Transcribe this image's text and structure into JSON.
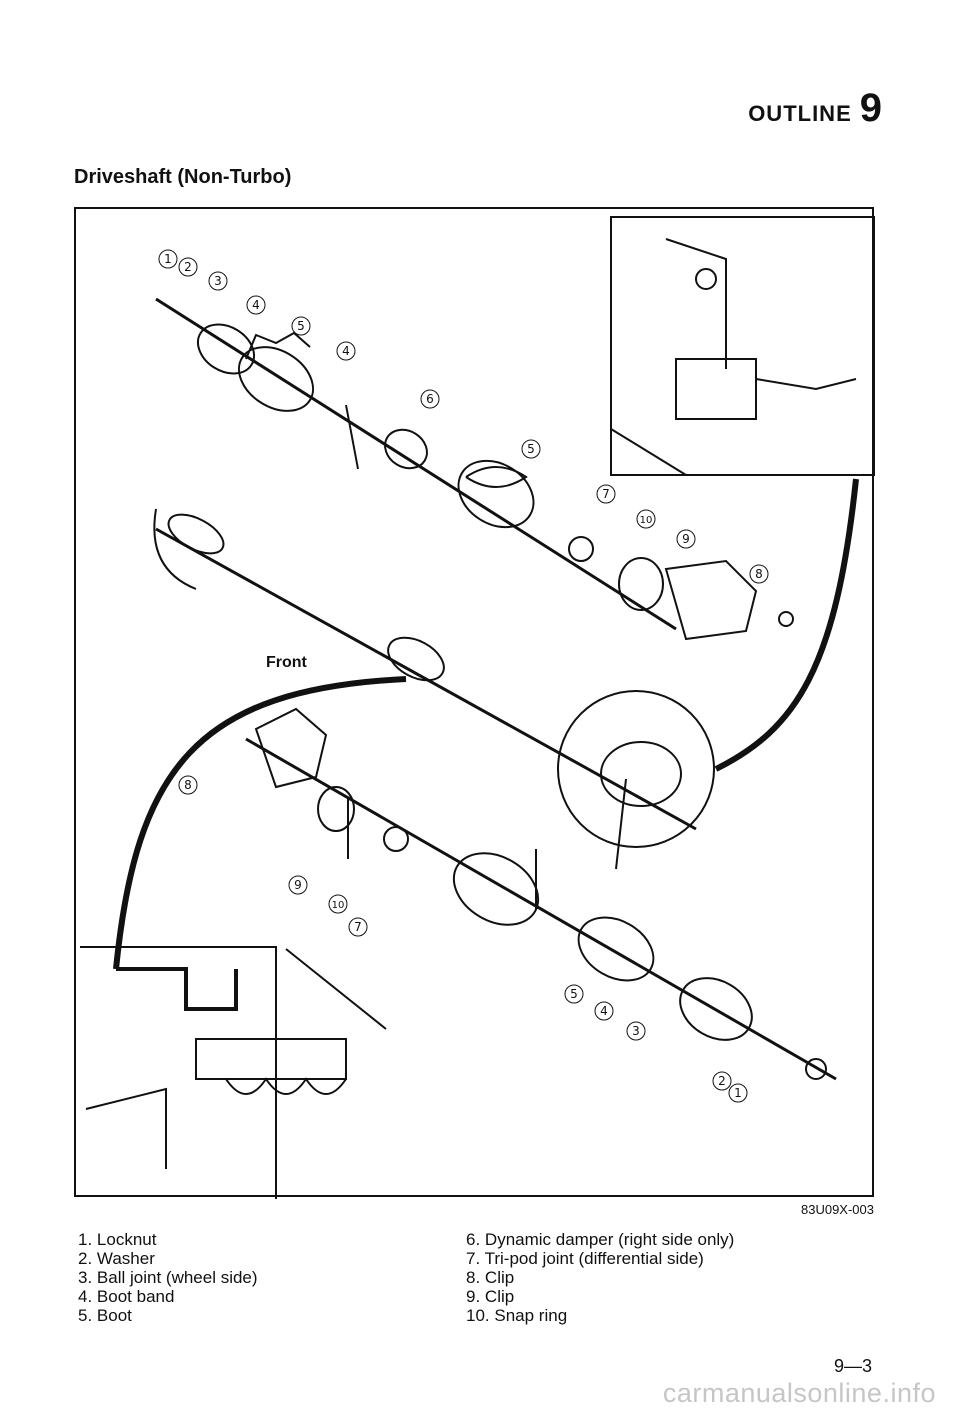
{
  "header": {
    "section": "OUTLINE",
    "chapter": "9"
  },
  "title": "Driveshaft (Non-Turbo)",
  "figure": {
    "code": "83U09X-003",
    "front_label": "Front",
    "callouts_upper": [
      "1",
      "2",
      "3",
      "4",
      "5",
      "4",
      "6",
      "5",
      "7",
      "10",
      "9",
      "8"
    ],
    "callouts_lower": [
      "8",
      "9",
      "10",
      "7",
      "5",
      "4",
      "3",
      "2",
      "1"
    ]
  },
  "legend": {
    "left": [
      {
        "num": "1.",
        "text": "Locknut"
      },
      {
        "num": "2.",
        "text": "Washer"
      },
      {
        "num": "3.",
        "text": "Ball joint (wheel side)"
      },
      {
        "num": "4.",
        "text": "Boot band"
      },
      {
        "num": "5.",
        "text": "Boot"
      }
    ],
    "right": [
      {
        "num": "6.",
        "text": "Dynamic damper (right side only)"
      },
      {
        "num": "7.",
        "text": "Tri-pod joint (differential side)"
      },
      {
        "num": "8.",
        "text": "Clip"
      },
      {
        "num": "9.",
        "text": "Clip"
      },
      {
        "num": "10.",
        "text": "Snap ring"
      }
    ]
  },
  "page_number": "9—3",
  "watermark": "carmanualsonline.info"
}
